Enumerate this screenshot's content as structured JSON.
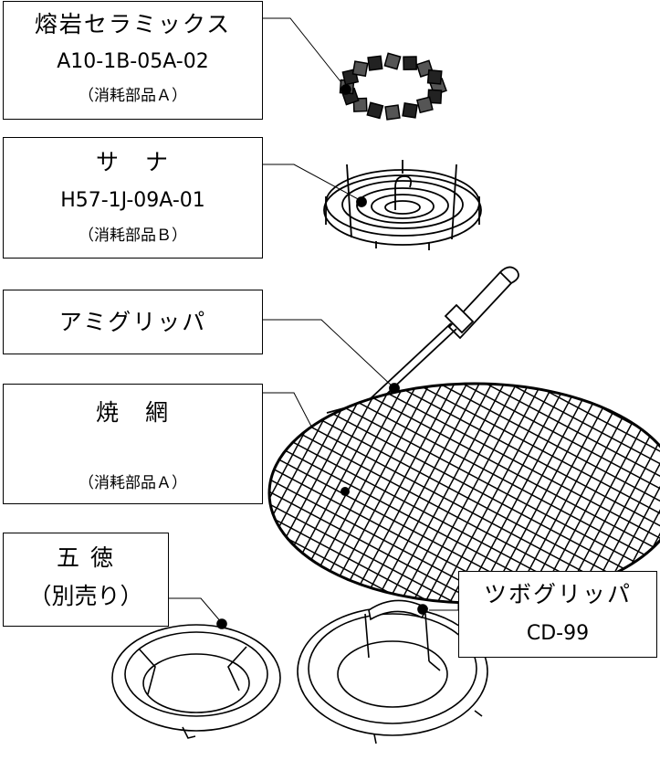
{
  "labels": {
    "lava_ceramics": {
      "title": "熔岩セラミックス",
      "code": "A10-1B-05A-02",
      "note": "（消耗部品Ａ）"
    },
    "sana": {
      "title": "サ　ナ",
      "code": "H57-1J-09A-01",
      "note": "（消耗部品Ｂ）"
    },
    "ami_gripper": {
      "title": "アミグリッパ"
    },
    "grill_net": {
      "title": "焼　網",
      "note": "（消耗部品Ａ）"
    },
    "gotoku": {
      "title": "五 徳",
      "note": "（別売り）"
    },
    "tsubo_gripper": {
      "title": "ツボグリッパ",
      "code": "CD-99"
    }
  }
}
